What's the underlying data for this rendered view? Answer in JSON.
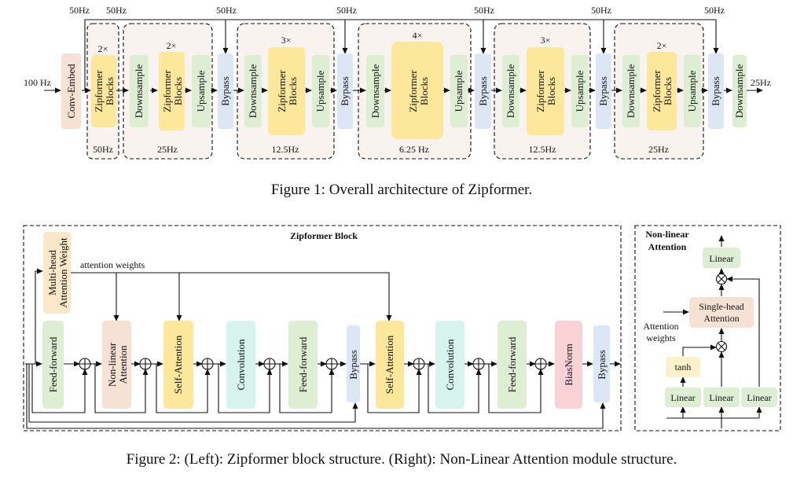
{
  "colors": {
    "conv_embed": "#f6e1d5",
    "zipformer": "#fde79a",
    "downsample": "#ddeed3",
    "upsample": "#ddeed3",
    "bypass": "#dce6f5",
    "stack_bg": "#f8f3ee",
    "feed_forward": "#ddeed3",
    "non_linear": "#f6e1d5",
    "self_attention": "#fde79a",
    "convolution": "#d6f3ee",
    "bias_norm": "#f9d2d8",
    "multi_head": "#fbe8c8",
    "tanh": "#fdf1cc"
  },
  "fig1": {
    "caption": "Figure 1: Overall architecture of Zipformer.",
    "input_rate": "100 Hz",
    "output_rate": "25Hz",
    "conv_embed": "Conv-Embed",
    "downsample": "Downsample",
    "upsample": "Upsample",
    "bypass": "Bypass",
    "zipformer_line1": "Zipformer",
    "zipformer_line2": "Blocks",
    "bypass_rate": "50Hz",
    "stacks": [
      {
        "mult": "2×",
        "rate": "50Hz"
      },
      {
        "mult": "2×",
        "rate": "25Hz"
      },
      {
        "mult": "3×",
        "rate": "12.5Hz"
      },
      {
        "mult": "4×",
        "rate": "6.25 Hz"
      },
      {
        "mult": "3×",
        "rate": "12.5Hz"
      },
      {
        "mult": "2×",
        "rate": "25Hz"
      }
    ]
  },
  "fig2": {
    "caption": "Figure 2: (Left): Zipformer block structure. (Right): Non-Linear Attention module structure.",
    "block_title": "Zipformer Block",
    "mhaw_line1": "Multi-head",
    "mhaw_line2": "Attention Weight",
    "attention_weights": "attention weights",
    "feed_forward": "Feed-forward",
    "non_linear_line1": "Non-linear",
    "non_linear_line2": "Attention",
    "self_attention": "Self-Attention",
    "convolution": "Convolution",
    "bypass": "Bypass",
    "bias_norm": "BiasNorm",
    "nla_title_line1": "Non-linear",
    "nla_title_line2": "Attention",
    "linear": "Linear",
    "single_head_line1": "Single-head",
    "single_head_line2": "Attention",
    "tanh": "tanh",
    "attn_in_line1": "Attention",
    "attn_in_line2": "weights"
  }
}
